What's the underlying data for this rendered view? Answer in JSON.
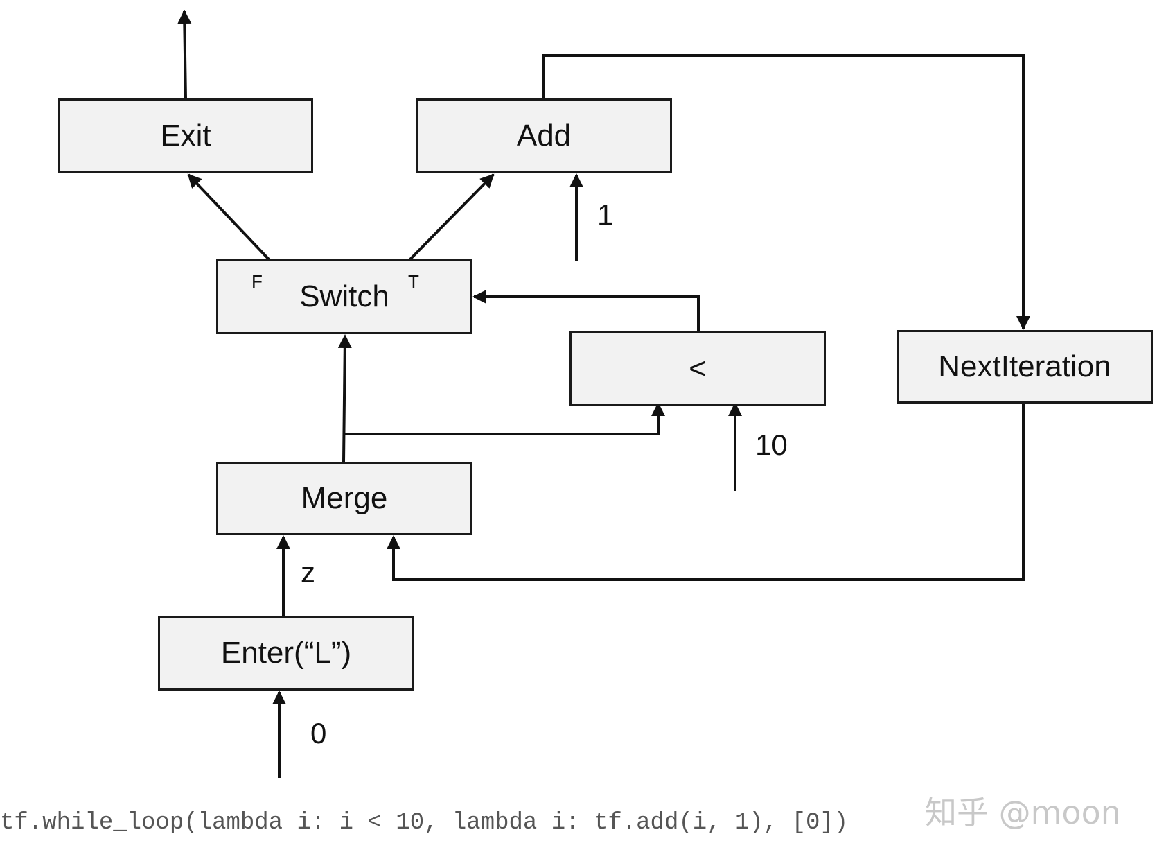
{
  "nodes": {
    "exit": "Exit",
    "add": "Add",
    "switch": "Switch",
    "less": "<",
    "next_iteration": "NextIteration",
    "merge": "Merge",
    "enter": "Enter(“L”)"
  },
  "ports": {
    "switch_false": "F",
    "switch_true": "T"
  },
  "edge_labels": {
    "add_const": "1",
    "less_const": "10",
    "merge_input": "z",
    "enter_input": "0"
  },
  "code": "tf.while_loop(lambda i: i < 10, lambda i: tf.add(i, 1), [0])",
  "watermark": "知乎 @moon"
}
